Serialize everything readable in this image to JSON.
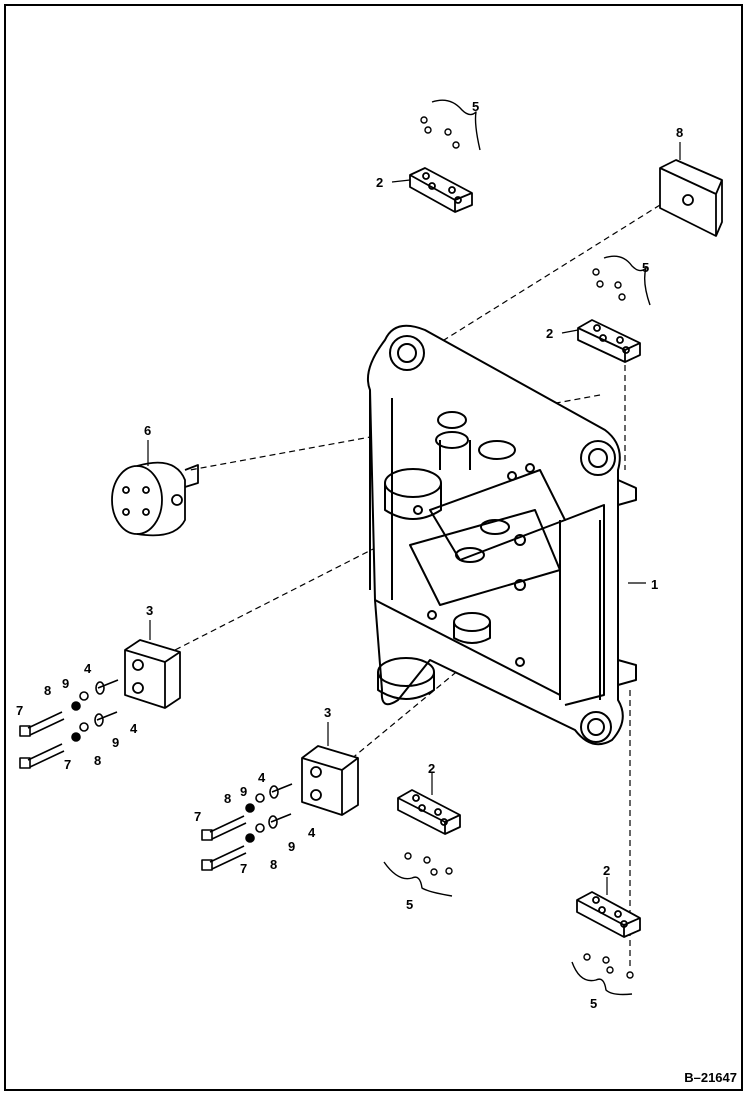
{
  "figure_id": "B–21647",
  "callouts": {
    "frame": "1",
    "plate": "2",
    "block": "3",
    "pin": "4",
    "screws": "5",
    "cylinder": "6",
    "bolt": "7",
    "washer": "8",
    "lockwasher": "9",
    "pad": "8"
  }
}
